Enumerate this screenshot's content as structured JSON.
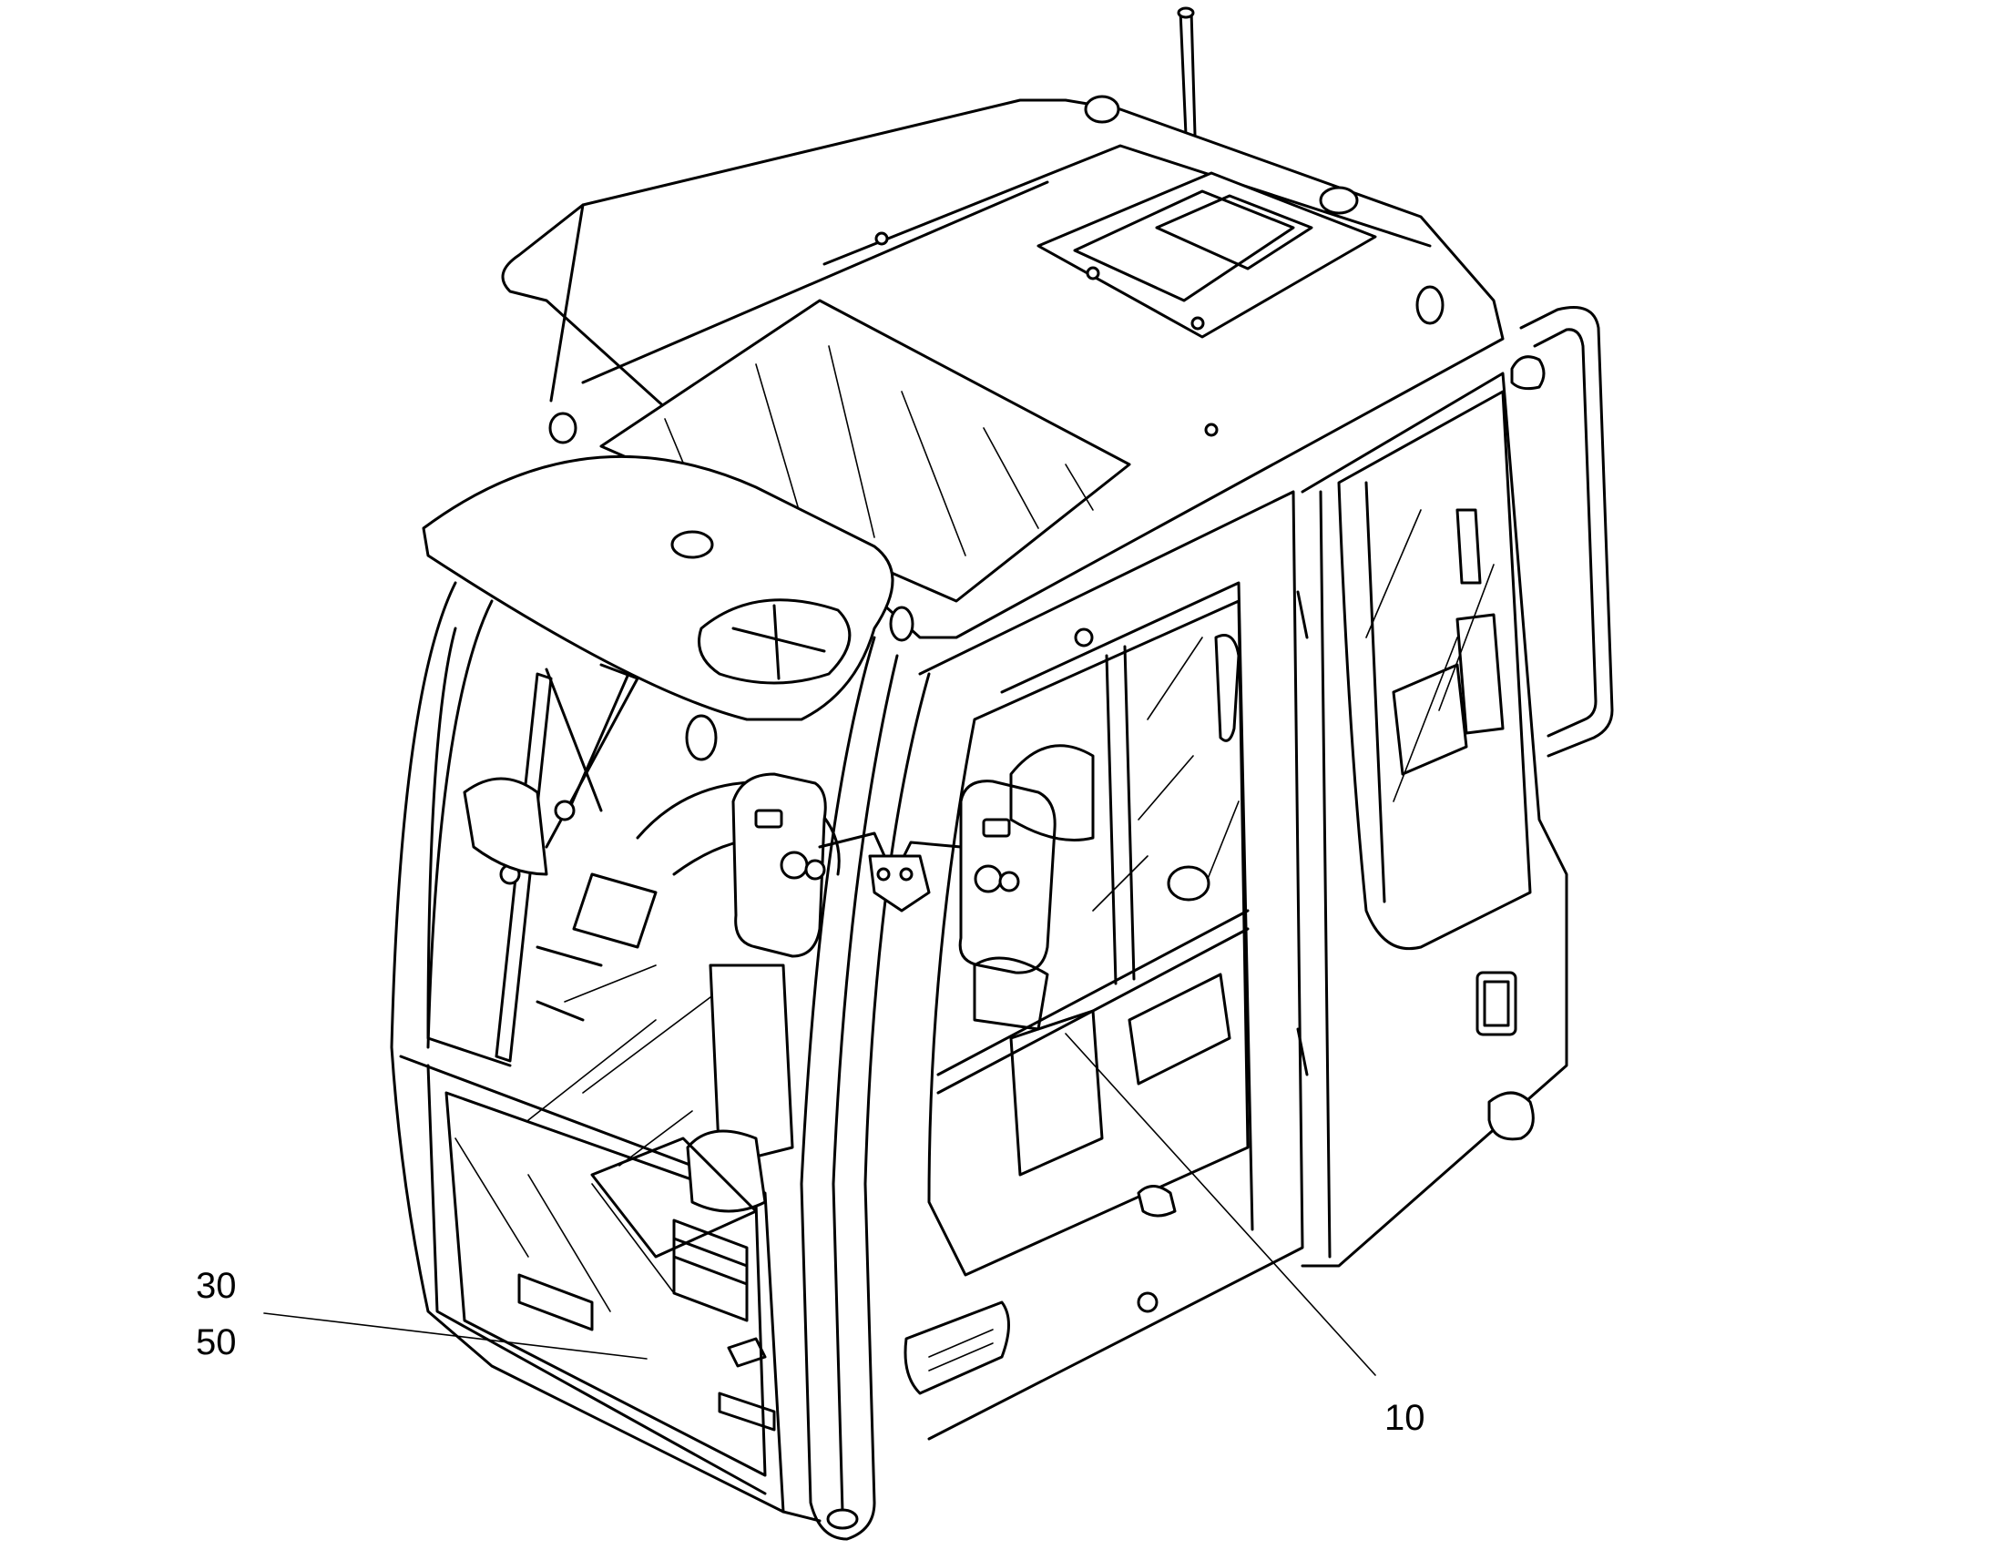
{
  "callouts": [
    {
      "id": "callout-30",
      "label": "30"
    },
    {
      "id": "callout-50",
      "label": "50"
    },
    {
      "id": "callout-10",
      "label": "10"
    }
  ],
  "colors": {
    "line": "#000000",
    "background": "#ffffff"
  }
}
